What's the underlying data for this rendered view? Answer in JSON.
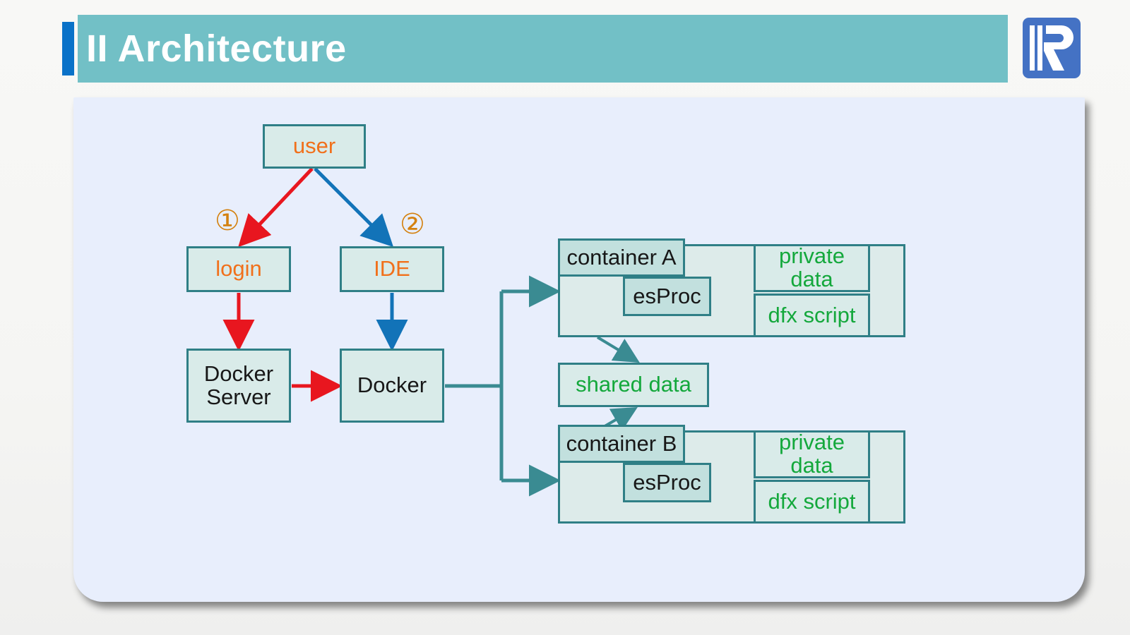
{
  "slide": {
    "title": "II Architecture",
    "accent_bar_color": "#0a72c8",
    "banner_color": "#72c0c6",
    "panel_color": "#e8eefc",
    "logo_name": "raqsoft-logo"
  },
  "diagram": {
    "type": "flowchart",
    "colors": {
      "box_border": "#2f7f86",
      "box_fill": "#d9ebe9",
      "box_fill_shaded": "#c2e0de",
      "orange_text": "#f1701b",
      "green_text": "#14a83c",
      "black_text": "#171717",
      "red_arrow": "#e8161f",
      "blue_arrow": "#1273b8",
      "teal_arrow": "#3a8b92"
    },
    "nodes": {
      "user": "user",
      "login": "login",
      "ide": "IDE",
      "docker_server": "Docker\nServer",
      "docker_server_line1": "Docker",
      "docker_server_line2": "Server",
      "docker": "Docker",
      "container_a": "container A",
      "container_b": "container B",
      "esproc_a": "esProc",
      "esproc_b": "esProc",
      "private_data_a": "private data",
      "private_data_b": "private data",
      "dfx_script_a": "dfx script",
      "dfx_script_b": "dfx script",
      "shared_data": "shared data"
    },
    "step_markers": {
      "one": "①",
      "two": "②"
    },
    "edges": [
      {
        "from": "user",
        "to": "login",
        "color": "red",
        "label": "①"
      },
      {
        "from": "user",
        "to": "ide",
        "color": "blue",
        "label": "②"
      },
      {
        "from": "login",
        "to": "docker_server",
        "color": "red",
        "label": ""
      },
      {
        "from": "ide",
        "to": "docker",
        "color": "blue",
        "label": ""
      },
      {
        "from": "docker_server",
        "to": "docker",
        "color": "red",
        "label": ""
      },
      {
        "from": "docker",
        "to": "container_a",
        "color": "teal",
        "label": ""
      },
      {
        "from": "docker",
        "to": "container_b",
        "color": "teal",
        "label": ""
      },
      {
        "from": "esproc_a",
        "to": "private_data_a",
        "color": "teal",
        "label": ""
      },
      {
        "from": "esproc_a",
        "to": "dfx_script_a",
        "color": "teal",
        "label": ""
      },
      {
        "from": "esproc_b",
        "to": "private_data_b",
        "color": "teal",
        "label": ""
      },
      {
        "from": "esproc_b",
        "to": "dfx_script_b",
        "color": "teal",
        "label": ""
      },
      {
        "from": "container_a",
        "to": "shared_data",
        "color": "teal",
        "label": ""
      },
      {
        "from": "container_b",
        "to": "shared_data",
        "color": "teal",
        "label": ""
      }
    ]
  }
}
